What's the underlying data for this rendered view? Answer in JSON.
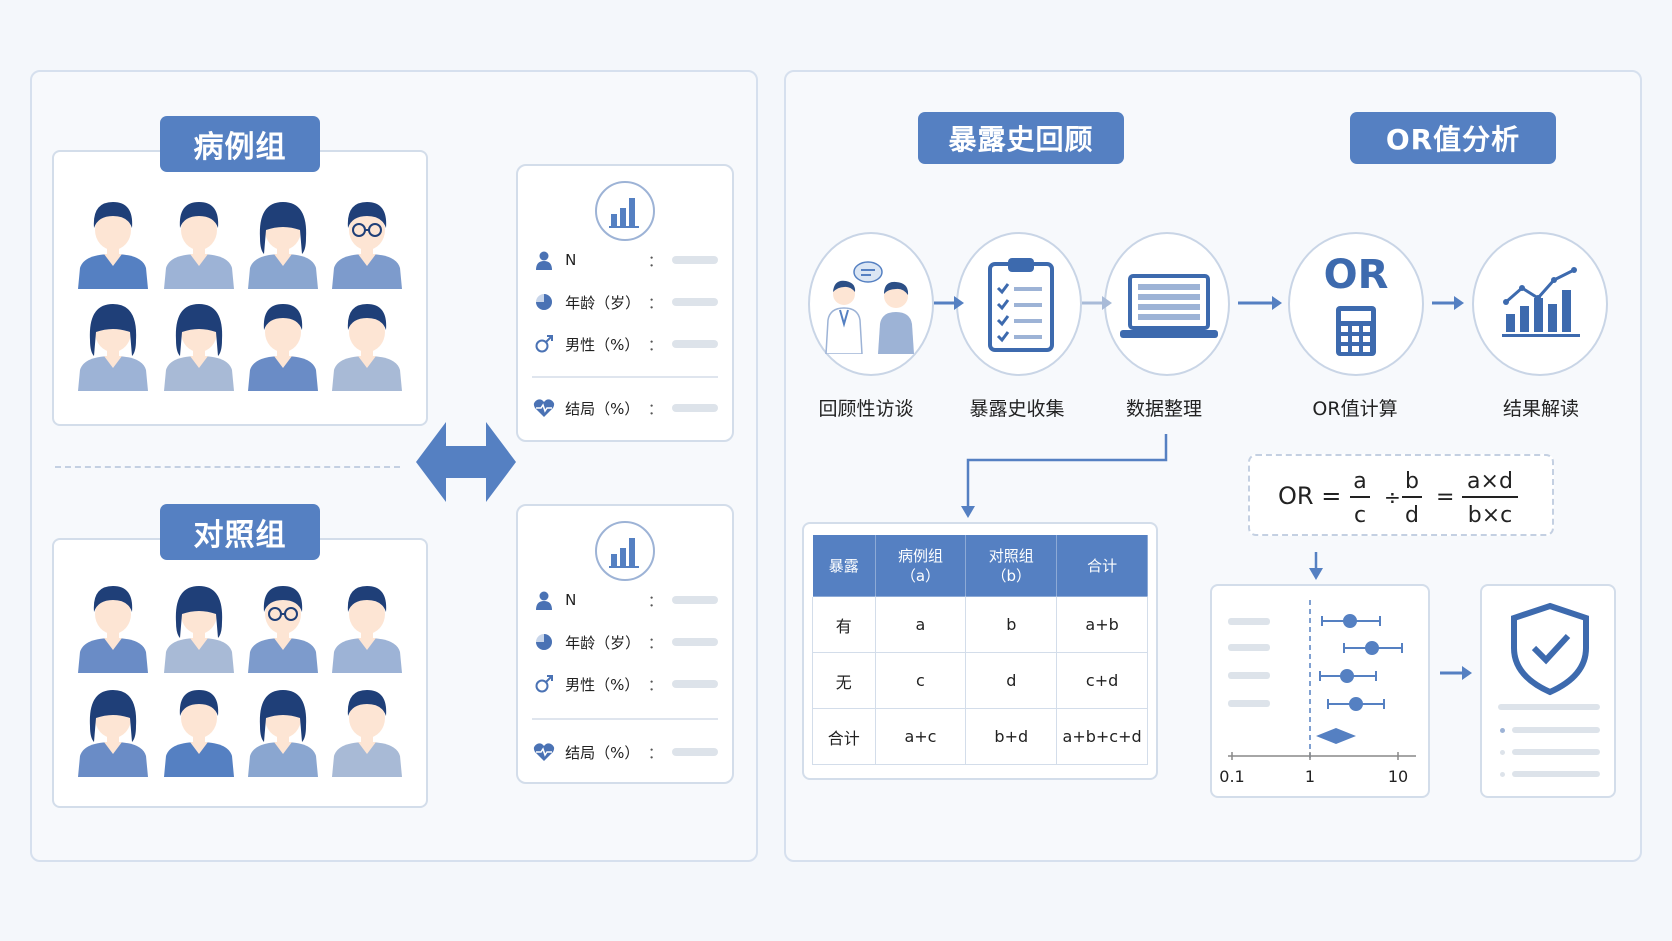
{
  "left": {
    "case_group_title": "病例组",
    "control_group_title": "对照组",
    "stats": {
      "n_label": "N",
      "age_label": "年龄（岁）",
      "male_label": "男性（%）",
      "outcome_label": "结局（%）",
      "colon": "："
    }
  },
  "right": {
    "exposure_title": "暴露史回顾",
    "or_title": "OR值分析",
    "or_badge_text": "OR",
    "steps": [
      {
        "label": "回顾性访谈"
      },
      {
        "label": "暴露史收集"
      },
      {
        "label": "数据整理"
      },
      {
        "label": "OR值计算"
      },
      {
        "label": "结果解读"
      }
    ],
    "table": {
      "headers": [
        "暴露",
        "病例组",
        "（a）",
        "对照组",
        "（b）",
        "合计"
      ],
      "rows": [
        [
          "有",
          "a",
          "b",
          "a+b"
        ],
        [
          "无",
          "c",
          "d",
          "c+d"
        ],
        [
          "合计",
          "a+c",
          "b+d",
          "a+b+c+d"
        ]
      ]
    },
    "formula": {
      "lhs": "OR =",
      "n1": "a",
      "d1": "c",
      "div": "÷",
      "n2": "b",
      "d2": "d",
      "eq": "=",
      "n3": "a×d",
      "d3": "b×c"
    },
    "forest": {
      "ticks": [
        "0.1",
        "1",
        "10"
      ]
    }
  },
  "colors": {
    "accent": "#5580c2",
    "accent_dark": "#2c4f86"
  }
}
